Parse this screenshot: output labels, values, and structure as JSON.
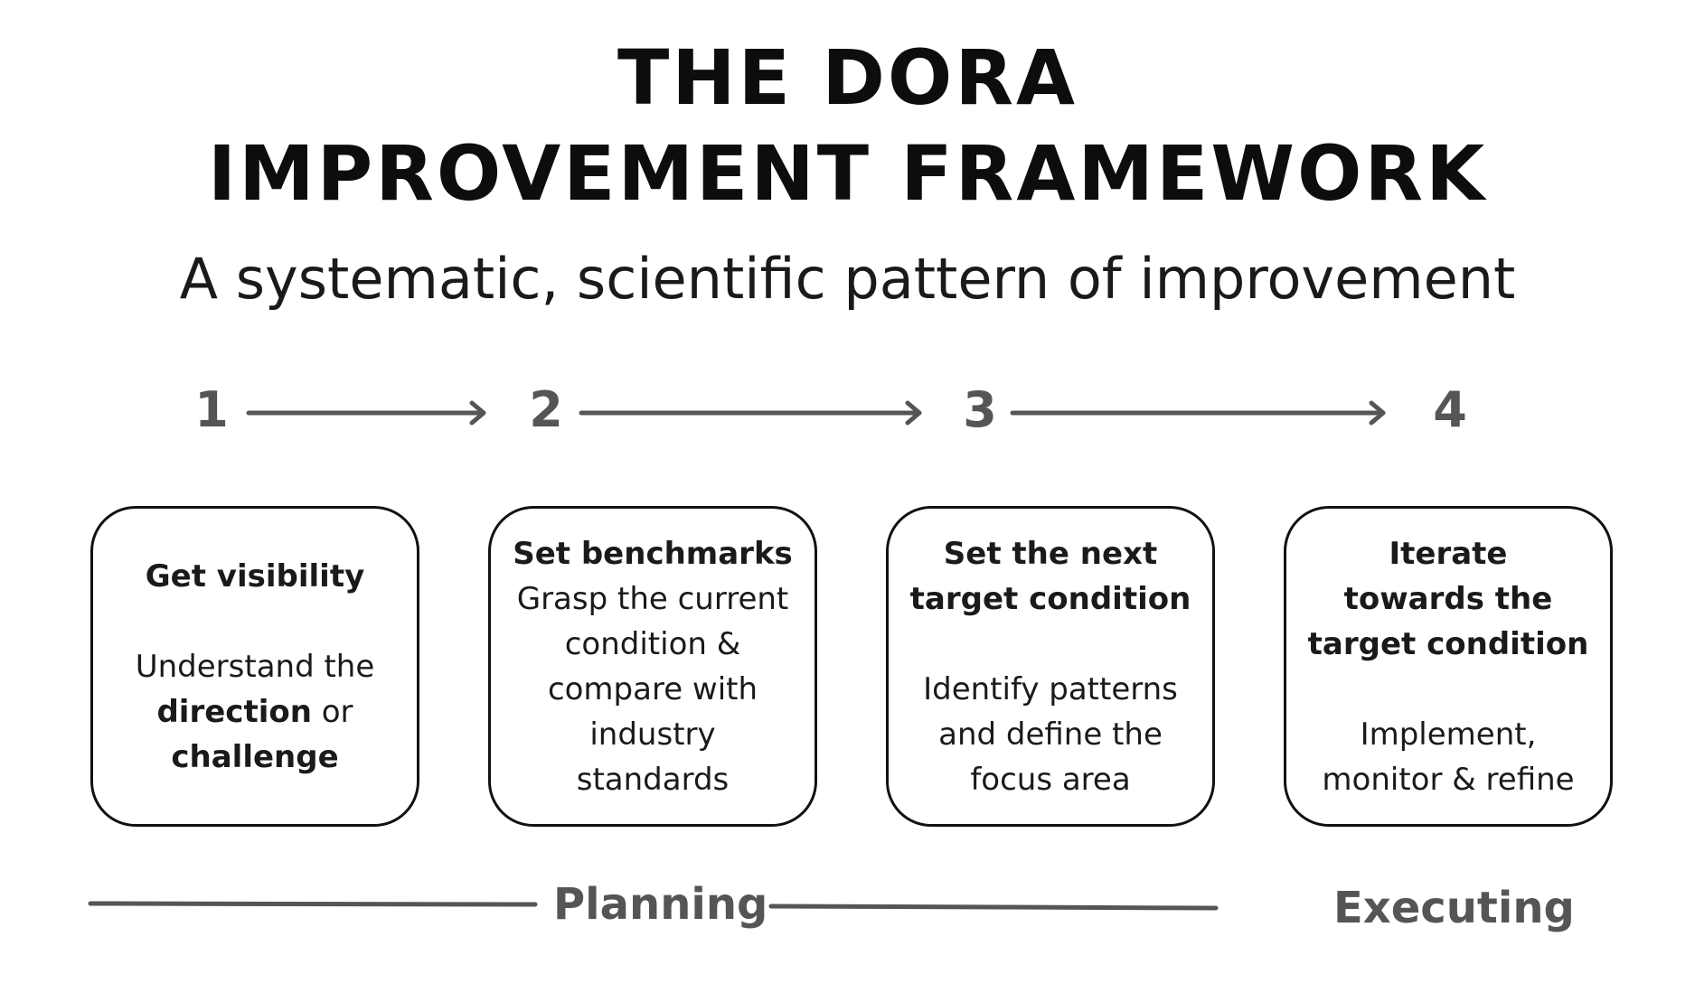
{
  "title": {
    "line1": "THE DORA",
    "line2": "IMPROVEMENT FRAMEWORK"
  },
  "subtitle": "A systematic, scientific pattern of improvement",
  "steps": [
    {
      "number": "1",
      "title_lines": [
        "Get visibility"
      ],
      "description_parts": [
        {
          "text": "Understand the ",
          "bold": false
        },
        {
          "text": "direction",
          "bold": true
        },
        {
          "text": " or ",
          "bold": false
        },
        {
          "text": "challenge",
          "bold": true
        }
      ]
    },
    {
      "number": "2",
      "title_lines": [
        "Set benchmarks"
      ],
      "description_parts": [
        {
          "text": "Grasp the current condition & compare with industry standards",
          "bold": false
        }
      ]
    },
    {
      "number": "3",
      "title_lines": [
        "Set the next",
        "target condition"
      ],
      "description_parts": [
        {
          "text": "Identify patterns and define the focus area",
          "bold": false
        }
      ]
    },
    {
      "number": "4",
      "title_lines": [
        "Iterate",
        "towards the",
        "target condition"
      ],
      "description_parts": [
        {
          "text": "Implement, monitor & refine",
          "bold": false
        }
      ]
    }
  ],
  "phases": {
    "planning": "Planning",
    "executing": "Executing"
  },
  "colors": {
    "text": "#111111",
    "accent_gray": "#555555",
    "background": "#ffffff"
  }
}
